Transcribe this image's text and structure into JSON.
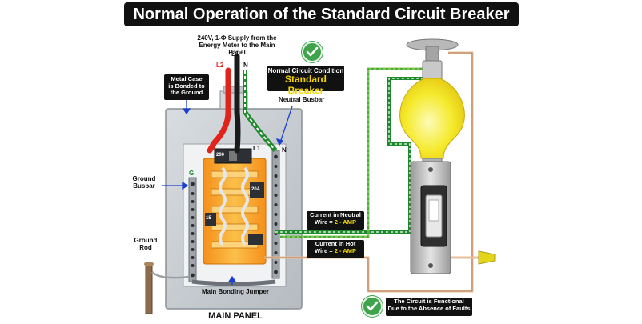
{
  "title": "Normal Operation of the Standard Circuit Breaker",
  "supply": {
    "line1": "240V, 1-Φ Supply from the",
    "line2": "Energy Meter to the Main Panel"
  },
  "wire_labels": {
    "l1": "L1",
    "l2": "L2",
    "n": "N",
    "g": "G"
  },
  "condition": {
    "line1": "Normal Circuit Condition",
    "line2": "Standard Breaker"
  },
  "metal_case": {
    "line1": "Metal Case",
    "line2": "is Bonded to",
    "line3": "the Ground"
  },
  "neutral_busbar": "Neutral Busbar",
  "ground_busbar": {
    "line1": "Ground",
    "line2": "Busbar"
  },
  "ground_rod": {
    "line1": "Ground",
    "line2": "Rod"
  },
  "main_bonding_jumper": "Main Bonding Jumper",
  "main_panel": "MAIN PANEL",
  "current_neutral": {
    "line1": "Current in Neutral",
    "line2a": "Wire = ",
    "line2b": "2 - AMP"
  },
  "current_hot": {
    "line1": "Current in Hot",
    "line2a": "Wire = ",
    "line2b": "2 - AMP"
  },
  "functional": {
    "line1": "The Circuit is Functional",
    "line2": "Due to the Absence of Faults"
  },
  "breaker_ratings": {
    "main": "200",
    "branch1": "20A",
    "branch2": "15"
  },
  "colors": {
    "l2_red": "#e2231a",
    "neutral_green": "#1e8a2b",
    "panel_gray": "#c8ccd1",
    "bus_orange": "#f7a21b",
    "bulb_yellow": "#f2e61c",
    "check_green": "#3fa34d"
  }
}
